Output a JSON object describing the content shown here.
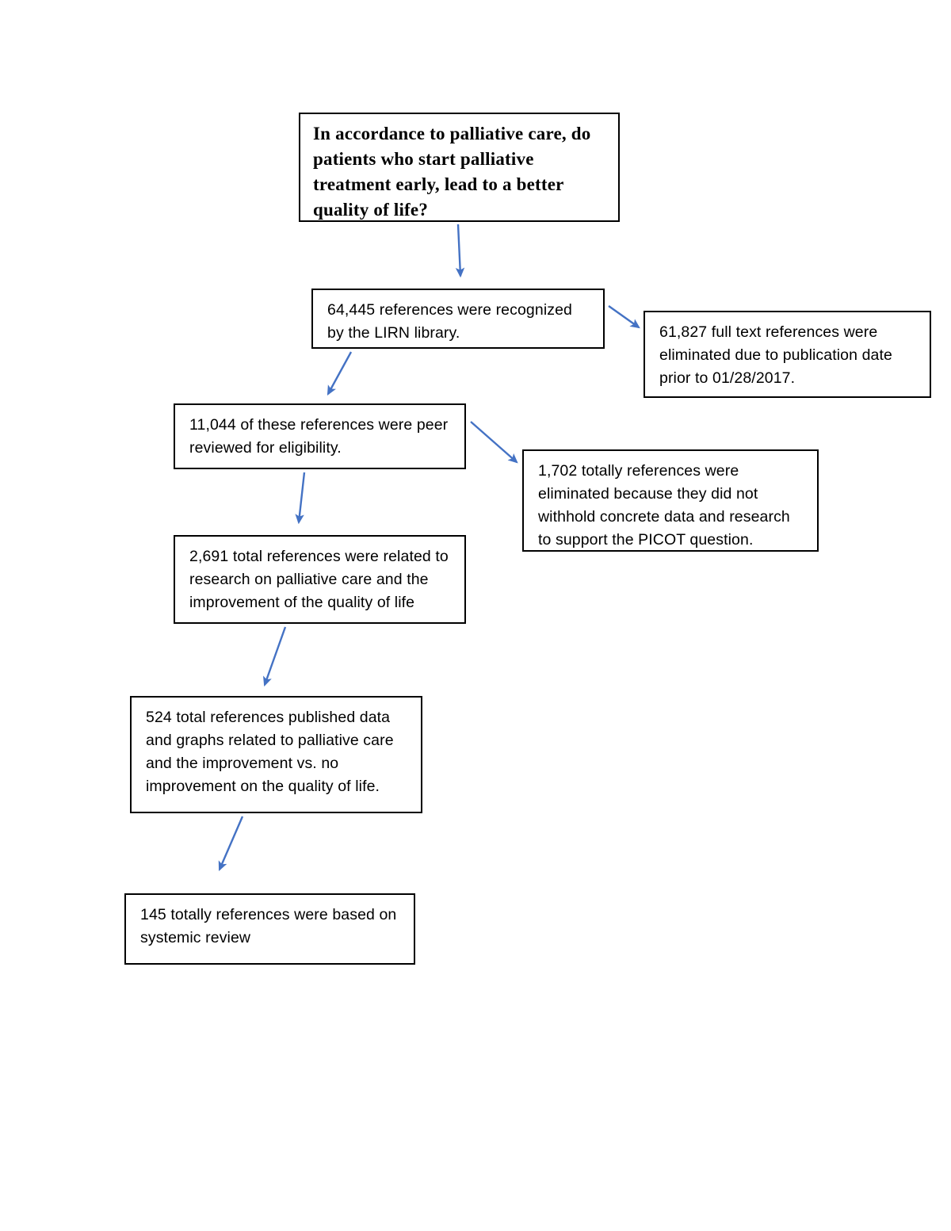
{
  "document": {
    "type": "flowchart",
    "title": "Palliative care literature screening flowchart",
    "page_background": "#ffffff",
    "box_border_color": "#000000",
    "arrow_color": "#4472c4",
    "text_color": "#000000"
  },
  "nodes": {
    "question": {
      "id": "picot-question",
      "text": "In accordance to palliative care, do patients who start palliative treatment early, lead to a better quality of life?"
    },
    "identified": {
      "id": "references-identified",
      "count": "64,445",
      "text": "64,445 references were recognized by the LIRN library."
    },
    "excluded_date": {
      "id": "excluded-publication-date",
      "count": "61,827",
      "text": "61,827 full text references were eliminated due to publication date prior to 01/28/2017."
    },
    "peer_reviewed": {
      "id": "peer-reviewed-eligibility",
      "count": "11,044",
      "text": "11,044 of these references were peer reviewed for eligibility."
    },
    "excluded_data": {
      "id": "excluded-no-concrete-data",
      "count": "1,702",
      "text": "1,702 totally references were eliminated because they did not withhold concrete data and research to support the PICOT question."
    },
    "related": {
      "id": "related-to-research",
      "count": "2,691",
      "text": "2,691 total references were related to research on palliative care and the improvement of the quality of life"
    },
    "published": {
      "id": "published-data-and-graphs",
      "count": "524",
      "text": "524 total references published data and graphs related to palliative care and the improvement vs. no improvement on the quality of life."
    },
    "systemic": {
      "id": "based-on-systemic-review",
      "count": "145",
      "text": "145 totally references were based on systemic review"
    }
  },
  "edges": [
    {
      "id": "edge-question-to-identified",
      "from": "question",
      "to": "identified",
      "direction": "down"
    },
    {
      "id": "edge-identified-to-excluded-date",
      "from": "identified",
      "to": "excluded_date",
      "direction": "down-right"
    },
    {
      "id": "edge-identified-to-peer-reviewed",
      "from": "identified",
      "to": "peer_reviewed",
      "direction": "down-left"
    },
    {
      "id": "edge-peer-reviewed-to-excluded-data",
      "from": "peer_reviewed",
      "to": "excluded_data",
      "direction": "down-right"
    },
    {
      "id": "edge-peer-reviewed-to-related",
      "from": "peer_reviewed",
      "to": "related",
      "direction": "down"
    },
    {
      "id": "edge-related-to-published",
      "from": "related",
      "to": "published",
      "direction": "down-left"
    },
    {
      "id": "edge-published-to-systemic",
      "from": "published",
      "to": "systemic",
      "direction": "down-left"
    }
  ]
}
